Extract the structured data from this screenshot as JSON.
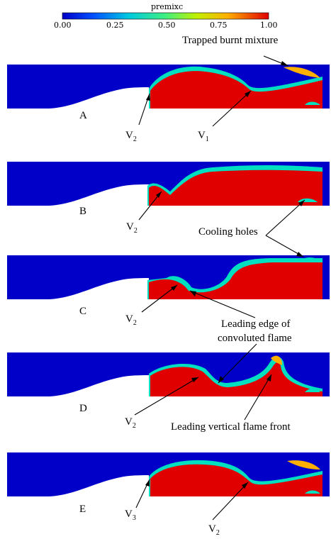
{
  "colorbar": {
    "title": "premixc",
    "ticks": [
      "0.00",
      "0.25",
      "0.50",
      "0.75",
      "1.00"
    ],
    "colors": [
      "#0000c8",
      "#0070ff",
      "#00e0c0",
      "#a0f000",
      "#ffe000",
      "#ff6000",
      "#e00000"
    ]
  },
  "panels": [
    {
      "id": "A",
      "label": "A"
    },
    {
      "id": "B",
      "label": "B"
    },
    {
      "id": "C",
      "label": "C"
    },
    {
      "id": "D",
      "label": "D"
    },
    {
      "id": "E",
      "label": "E"
    }
  ],
  "annotations": {
    "trapped": "Trapped burnt mixture",
    "cooling": "Cooling holes",
    "leading_edge_1": "Leading edge of",
    "leading_edge_2": "convoluted flame",
    "leading_vertical": "Leading vertical flame front"
  },
  "vortex_labels": {
    "a_v2": {
      "base": "V",
      "sub": "2"
    },
    "a_v1": {
      "base": "V",
      "sub": "1"
    },
    "b_v2": {
      "base": "V",
      "sub": "2"
    },
    "c_v2": {
      "base": "V",
      "sub": "2"
    },
    "d_v2": {
      "base": "V",
      "sub": "2"
    },
    "e_v3": {
      "base": "V",
      "sub": "3"
    },
    "e_v2": {
      "base": "V",
      "sub": "2"
    }
  }
}
